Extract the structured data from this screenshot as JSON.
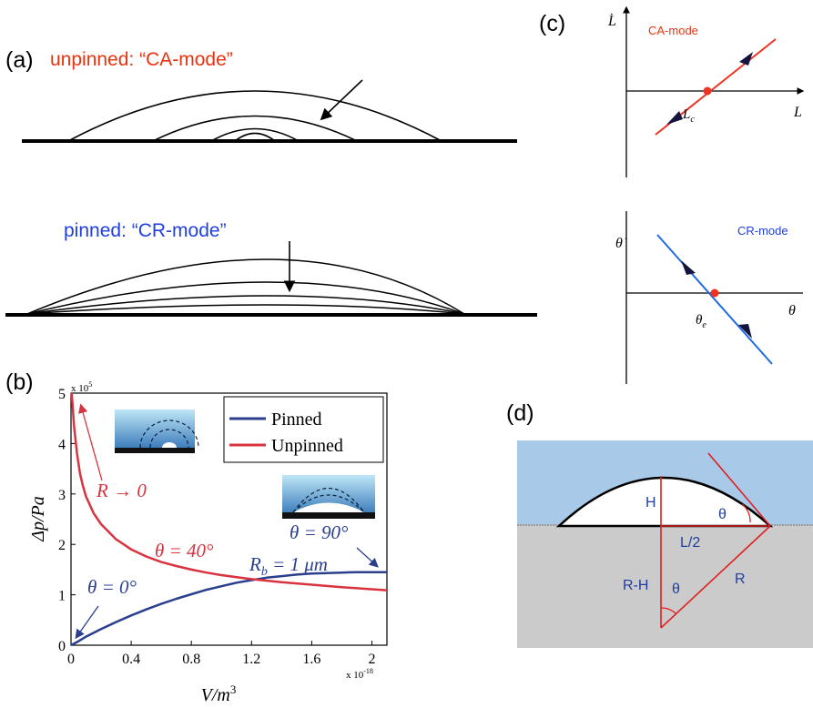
{
  "panel_a": {
    "label": "(a)",
    "unpinned_label": "unpinned: “CA-mode”",
    "pinned_label": "pinned: “CR-mode”",
    "unpinned_color": "#e8330f",
    "pinned_color": "#1f3fe0"
  },
  "panel_b": {
    "label": "(b)",
    "exponent_y": "x 10",
    "exponent_y_power": "5",
    "exponent_x": "x 10",
    "exponent_x_power": "-18",
    "ylabel": "Δp/Pa",
    "xlabel": "V/m",
    "xlabel_power": "3",
    "legend": [
      "Pinned",
      "Unpinned"
    ],
    "annotations": {
      "r_to_zero": "R → 0",
      "theta_40": "θ = 40°",
      "theta_0": "θ = 0°",
      "theta_90": "θ = 90°",
      "rb": "R",
      "rb_sub": "b",
      "rb_value": " = 1 μm"
    }
  },
  "panel_c": {
    "label": "(c)",
    "top_mode": "CA-mode",
    "bottom_mode": "CR-mode",
    "top_y_axis": "L̇",
    "top_x_axis": "L",
    "top_fixed_point": "L",
    "top_fixed_point_sub": "c",
    "bottom_y_axis": "θ̇",
    "bottom_x_axis": "θ",
    "bottom_fixed_point": "θ",
    "bottom_fixed_point_sub": "e"
  },
  "panel_d": {
    "label": "(d)",
    "labels": {
      "H": "H",
      "theta_top": "θ",
      "L_half": "L/2",
      "R_minus_H": "R-H",
      "theta_bottom": "θ",
      "R": "R"
    }
  },
  "chart_data": {
    "type": "line",
    "xlabel": "V/m3",
    "ylabel": "Δp/Pa",
    "x_ticks": [
      "0",
      "0.4",
      "0.8",
      "1.2",
      "1.6",
      "2"
    ],
    "y_ticks": [
      "0",
      "1",
      "2",
      "3",
      "4",
      "5"
    ],
    "x_multiplier": "x 10^-18",
    "y_multiplier": "x 10^5",
    "xlim": [
      0,
      2.1
    ],
    "ylim": [
      0,
      5
    ],
    "grid": false,
    "legend_position": "top-right",
    "series": [
      {
        "name": "Pinned",
        "color": "#2b3f8f",
        "x": [
          0,
          0.05,
          0.1,
          0.2,
          0.3,
          0.4,
          0.5,
          0.6,
          0.7,
          0.8,
          0.9,
          1.0,
          1.1,
          1.2,
          1.3,
          1.4,
          1.5,
          1.6,
          1.7,
          1.8,
          1.9,
          2.0,
          2.1
        ],
        "values": [
          0,
          0.08,
          0.17,
          0.32,
          0.46,
          0.59,
          0.71,
          0.82,
          0.92,
          1.01,
          1.1,
          1.17,
          1.24,
          1.29,
          1.34,
          1.37,
          1.4,
          1.42,
          1.43,
          1.44,
          1.45,
          1.45,
          1.45
        ]
      },
      {
        "name": "Unpinned",
        "color": "#d9333f",
        "x": [
          0.005,
          0.02,
          0.04,
          0.06,
          0.08,
          0.1,
          0.15,
          0.2,
          0.3,
          0.4,
          0.5,
          0.6,
          0.7,
          0.8,
          0.9,
          1.0,
          1.1,
          1.2,
          1.4,
          1.6,
          1.8,
          2.0,
          2.1
        ],
        "values": [
          5.0,
          4.35,
          3.8,
          3.4,
          3.15,
          2.95,
          2.62,
          2.4,
          2.1,
          1.9,
          1.76,
          1.65,
          1.57,
          1.5,
          1.44,
          1.39,
          1.35,
          1.31,
          1.25,
          1.2,
          1.15,
          1.11,
          1.09
        ]
      }
    ]
  }
}
